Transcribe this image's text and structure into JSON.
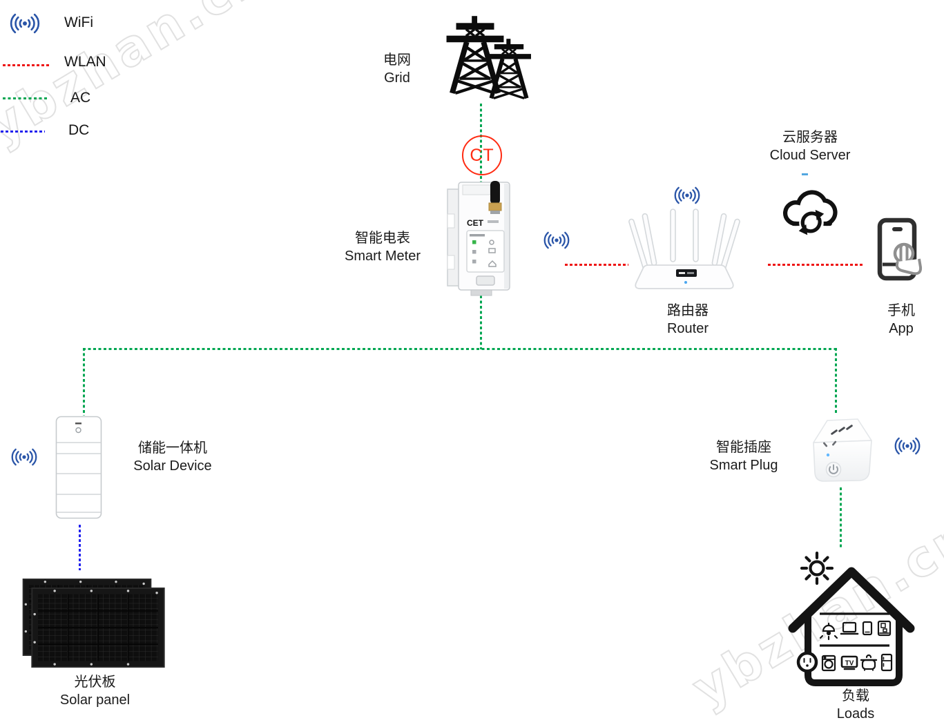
{
  "watermark": {
    "text": "ybzhan.cn"
  },
  "colors": {
    "wifi": "#2a55a8",
    "wlan": "#ee1111",
    "ac": "#00a651",
    "dc": "#2222ef",
    "ct": "#ff2b12"
  },
  "legend": {
    "wifi_label": "WiFi",
    "wlan_label": "WLAN",
    "ac_label": "AC",
    "dc_label": "DC"
  },
  "nodes": {
    "grid": {
      "zh": "电网",
      "en": "Grid"
    },
    "ct_tag": "CT",
    "smart_meter": {
      "zh": "智能电表",
      "en": "Smart Meter",
      "brand": "CET"
    },
    "router": {
      "zh": "路由器",
      "en": "Router"
    },
    "cloud_server": {
      "zh": "云服务器",
      "en": "Cloud Server"
    },
    "phone_app": {
      "zh": "手机",
      "en": "App"
    },
    "solar_device": {
      "zh": "储能一体机",
      "en": "Solar Device"
    },
    "solar_panel": {
      "zh": "光伏板",
      "en": "Solar panel"
    },
    "smart_plug": {
      "zh": "智能插座",
      "en": "Smart Plug"
    },
    "loads": {
      "zh": "负载",
      "en": "Loads",
      "tv_text": "TV"
    }
  }
}
